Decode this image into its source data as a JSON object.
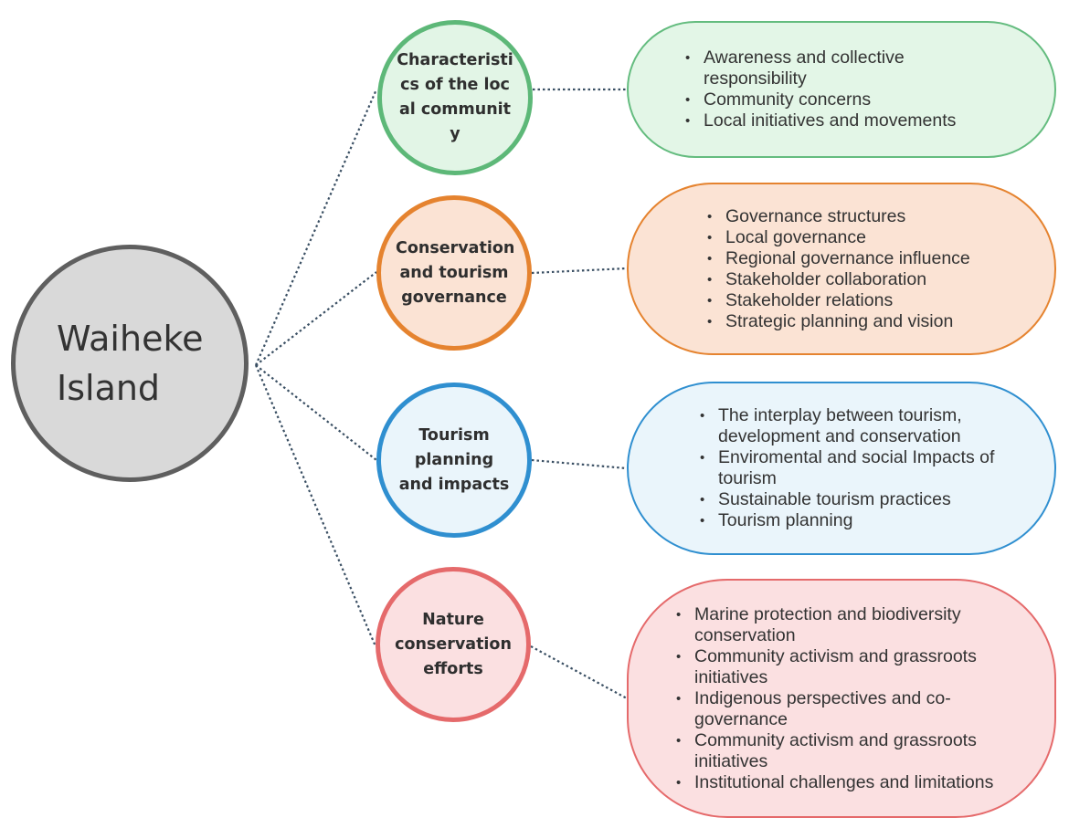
{
  "center": {
    "label": "Waiheke\nIsland"
  },
  "themes": [
    {
      "label": "Characteristics of the local community",
      "items": [
        "Awareness and collective responsibility",
        "Community concerns",
        "Local initiatives and movements"
      ]
    },
    {
      "label": "Conservation and tourism governance",
      "items": [
        "Governance structures",
        "Local governance",
        "Regional governance influence",
        "Stakeholder collaboration",
        "Stakeholder relations",
        "Strategic planning and vision"
      ]
    },
    {
      "label": "Tourism planning and impacts",
      "items": [
        "The interplay between tourism, development and conservation",
        "Enviromental and social Impacts of tourism",
        "Sustainable tourism practices",
        "Tourism planning"
      ]
    },
    {
      "label": "Nature conservation efforts",
      "items": [
        "Marine protection and biodiversity conservation",
        "Community activism and grassroots initiatives",
        "Indigenous perspectives and co-governance",
        "Community activism and grassroots initiatives",
        "Institutional challenges and limitations"
      ]
    }
  ],
  "colors": {
    "center_border": "#5f5f5f",
    "center_fill": "#d9d9d9",
    "green": "#5db878",
    "orange": "#e5832f",
    "blue": "#2f8fd0",
    "red": "#e56a6b",
    "connector": "#3a4f63"
  }
}
